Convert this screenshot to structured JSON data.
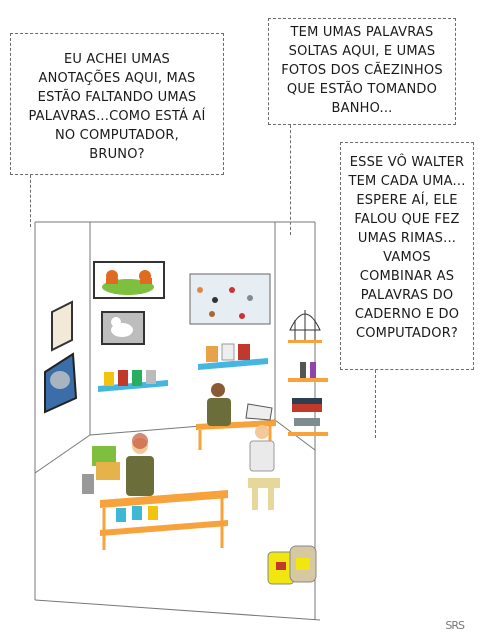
{
  "bubbles": {
    "left": "EU ACHEI UMAS\nANOTAÇÕES AQUI, MAS\nESTÃO FALTANDO UMAS\nPALAVRAS...COMO ESTÁ AÍ\nNO COMPUTADOR,\nBRUNO?",
    "top_right": "TEM UMAS PALAVRAS\nSOLTAS AQUI, E UMAS\nFOTOS DOS CÃEZINHOS\nQUE ESTÃO TOMANDO\nBANHO...",
    "right": "ESSE VÔ WALTER\nTEM CADA UMA...\nESPERE AÍ, ELE\nFALOU QUE FEZ\nUMAS RIMAS...\nVAMOS\nCOMBINAR AS\nPALAVRAS DO\nCADERNO E DO\nCOMPUTADOR?"
  },
  "signature": "SRS",
  "colors": {
    "orange": "#f7a23a",
    "teal": "#3fb8d6",
    "shelf_blue": "#45b6e0",
    "green_rug": "#7fbf3f"
  },
  "icons": [
    "dog-poster-icon",
    "cat-poster-icon",
    "elephant-poster-icon",
    "birdcage-icon",
    "computer-icon"
  ]
}
